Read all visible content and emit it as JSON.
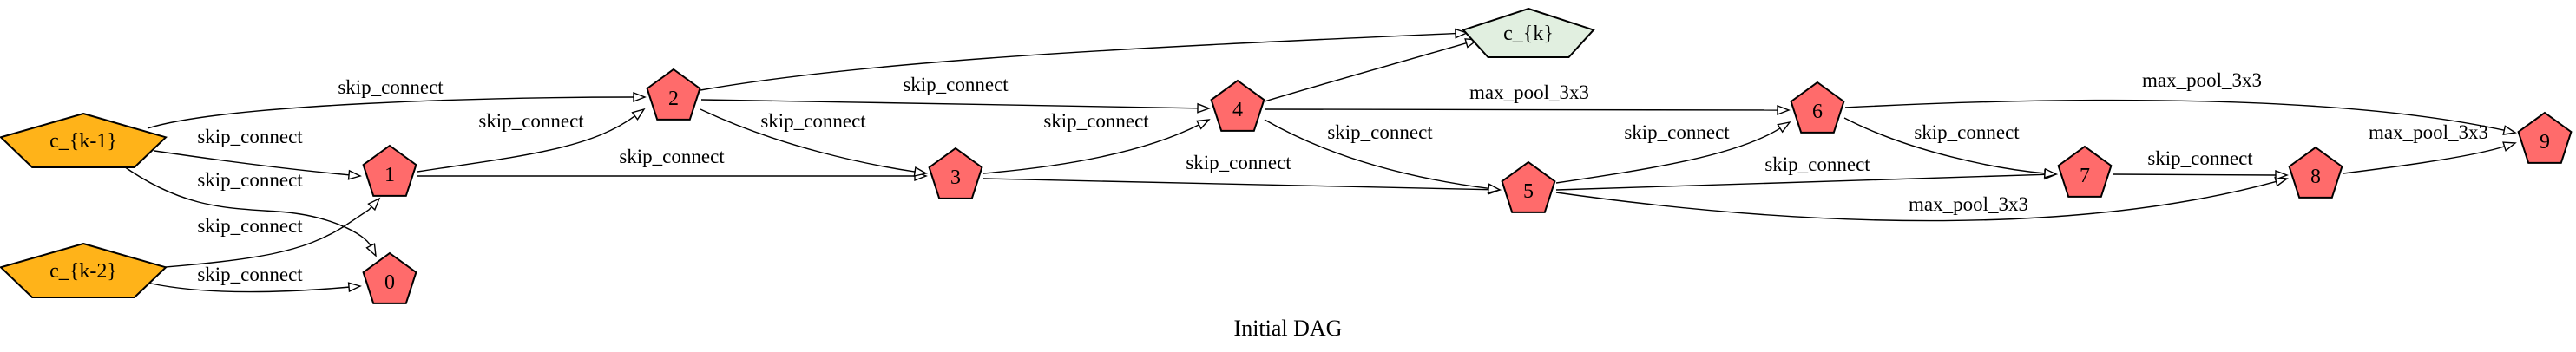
{
  "title": "Initial DAG",
  "colors": {
    "input_node": "#ffb319",
    "op_node": "#ff6b6b",
    "output_node": "#e1efe0",
    "edge": "#000000"
  },
  "nodes": [
    {
      "id": "c_{k-1}",
      "label": "c_{k-1}",
      "kind": "input"
    },
    {
      "id": "c_{k-2}",
      "label": "c_{k-2}",
      "kind": "input"
    },
    {
      "id": "0",
      "label": "0",
      "kind": "op"
    },
    {
      "id": "1",
      "label": "1",
      "kind": "op"
    },
    {
      "id": "2",
      "label": "2",
      "kind": "op"
    },
    {
      "id": "3",
      "label": "3",
      "kind": "op"
    },
    {
      "id": "4",
      "label": "4",
      "kind": "op"
    },
    {
      "id": "5",
      "label": "5",
      "kind": "op"
    },
    {
      "id": "6",
      "label": "6",
      "kind": "op"
    },
    {
      "id": "7",
      "label": "7",
      "kind": "op"
    },
    {
      "id": "8",
      "label": "8",
      "kind": "op"
    },
    {
      "id": "9",
      "label": "9",
      "kind": "op"
    },
    {
      "id": "c_{k}",
      "label": "c_{k}",
      "kind": "output"
    }
  ],
  "edges": [
    {
      "from": "c_{k-1}",
      "to": "2",
      "label": "skip_connect"
    },
    {
      "from": "c_{k-1}",
      "to": "1",
      "label": "skip_connect"
    },
    {
      "from": "c_{k-1}",
      "to": "0",
      "label": "skip_connect"
    },
    {
      "from": "c_{k-2}",
      "to": "1",
      "label": "skip_connect"
    },
    {
      "from": "c_{k-2}",
      "to": "0",
      "label": "skip_connect"
    },
    {
      "from": "1",
      "to": "2",
      "label": "skip_connect"
    },
    {
      "from": "1",
      "to": "3",
      "label": "skip_connect"
    },
    {
      "from": "2",
      "to": "4",
      "label": "skip_connect"
    },
    {
      "from": "2",
      "to": "3",
      "label": "skip_connect"
    },
    {
      "from": "2",
      "to": "c_{k}",
      "label": ""
    },
    {
      "from": "3",
      "to": "4",
      "label": "skip_connect"
    },
    {
      "from": "3",
      "to": "5",
      "label": "skip_connect"
    },
    {
      "from": "4",
      "to": "6",
      "label": "max_pool_3x3"
    },
    {
      "from": "4",
      "to": "5",
      "label": "skip_connect"
    },
    {
      "from": "4",
      "to": "c_{k}",
      "label": ""
    },
    {
      "from": "5",
      "to": "6",
      "label": "skip_connect"
    },
    {
      "from": "5",
      "to": "7",
      "label": "skip_connect"
    },
    {
      "from": "5",
      "to": "8",
      "label": "max_pool_3x3"
    },
    {
      "from": "6",
      "to": "9",
      "label": "max_pool_3x3"
    },
    {
      "from": "6",
      "to": "7",
      "label": "skip_connect"
    },
    {
      "from": "7",
      "to": "8",
      "label": "skip_connect"
    },
    {
      "from": "8",
      "to": "9",
      "label": "max_pool_3x3"
    }
  ]
}
